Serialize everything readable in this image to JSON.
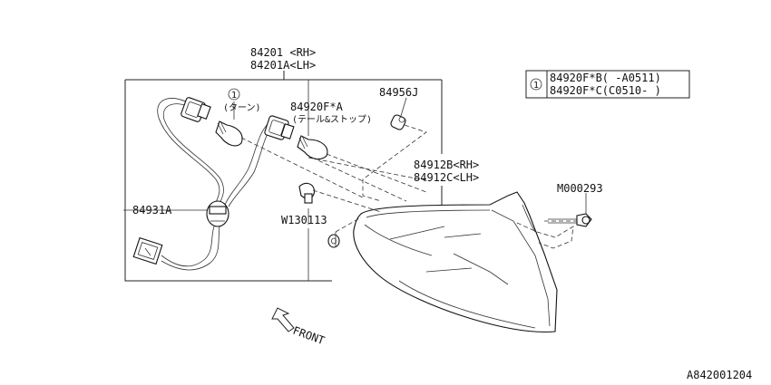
{
  "callouts": {
    "housing_rh": "84201 <RH>",
    "housing_lh": "84201A<LH>",
    "bulb_a_code": "84920F*A",
    "bulb_a_note": "(テール&ストップ)",
    "turn_note": "(ターン)",
    "ref_mark": "1",
    "socket_code": "84956J",
    "lens_rh": "84912B<RH>",
    "lens_lh": "84912C<LH>",
    "screw_code": "M000293",
    "harness_code": "84931A",
    "grommet_code": "W130113",
    "front_label": "FRONT",
    "diagram_id": "A842001204"
  },
  "legend": {
    "mark": "1",
    "rows": [
      "84920F*B(  -A0511)",
      "84920F*C(C0510-  )"
    ]
  }
}
